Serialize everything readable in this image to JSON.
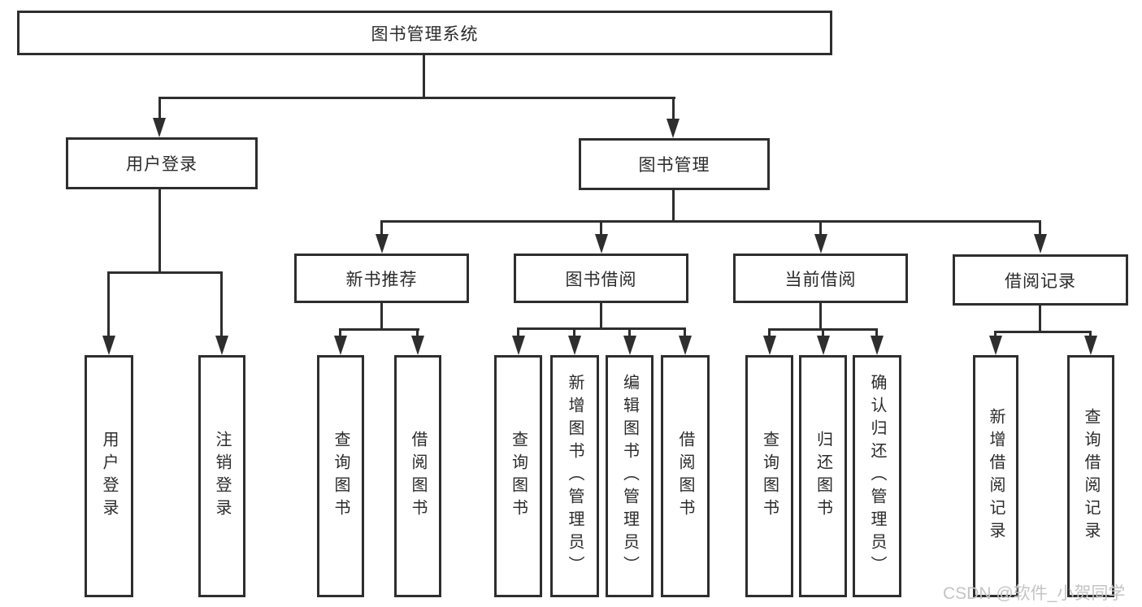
{
  "root": {
    "label": "图书管理系统"
  },
  "level2": [
    {
      "label": "用户登录"
    },
    {
      "label": "图书管理"
    }
  ],
  "level3": [
    {
      "label": "新书推荐"
    },
    {
      "label": "图书借阅"
    },
    {
      "label": "当前借阅"
    },
    {
      "label": "借阅记录"
    }
  ],
  "leaves": [
    {
      "label": "用户登录"
    },
    {
      "label": "注销登录"
    },
    {
      "label": "查询图书"
    },
    {
      "label": "借阅图书"
    },
    {
      "label": "查询图书"
    },
    {
      "label": "新增图书（管理员）"
    },
    {
      "label": "编辑图书（管理员）"
    },
    {
      "label": "借阅图书"
    },
    {
      "label": "查询图书"
    },
    {
      "label": "归还图书"
    },
    {
      "label": "确认归还（管理员）"
    },
    {
      "label": "新增借阅记录"
    },
    {
      "label": "查询借阅记录"
    }
  ],
  "watermark": {
    "text": "CSDN @软件_小贺同学"
  },
  "colors": {
    "line": "#2e2e2e",
    "text": "#2b2b2b",
    "watermark": "#c4c4c4",
    "background": "#ffffff"
  }
}
